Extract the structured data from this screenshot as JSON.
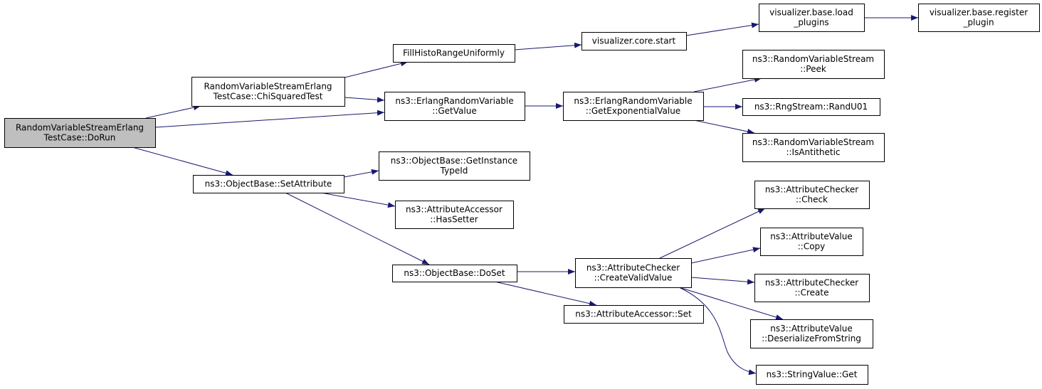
{
  "colors": {
    "edge": "#191970",
    "root_fill": "#bfbfbf",
    "node_fill": "#ffffff",
    "node_border": "#000000"
  },
  "nodes": [
    {
      "id": "n0",
      "lines": [
        "RandomVariableStreamErlang",
        "TestCase::DoRun"
      ]
    },
    {
      "id": "n1",
      "lines": [
        "RandomVariableStreamErlang",
        "TestCase::ChiSquaredTest"
      ]
    },
    {
      "id": "n2",
      "lines": [
        "ns3::ErlangRandomVariable",
        "::GetValue"
      ]
    },
    {
      "id": "n3",
      "lines": [
        "ns3::ObjectBase::SetAttribute"
      ]
    },
    {
      "id": "n4",
      "lines": [
        "FillHistoRangeUniformly"
      ]
    },
    {
      "id": "n5",
      "lines": [
        "visualizer.core.start"
      ]
    },
    {
      "id": "n6",
      "lines": [
        "visualizer.base.load",
        "_plugins"
      ]
    },
    {
      "id": "n7",
      "lines": [
        "visualizer.base.register",
        "_plugin"
      ]
    },
    {
      "id": "n8",
      "lines": [
        "ns3::ErlangRandomVariable",
        "::GetExponentialValue"
      ]
    },
    {
      "id": "n9",
      "lines": [
        "ns3::RandomVariableStream",
        "::Peek"
      ]
    },
    {
      "id": "n10",
      "lines": [
        "ns3::RngStream::RandU01"
      ]
    },
    {
      "id": "n11",
      "lines": [
        "ns3::RandomVariableStream",
        "::IsAntithetic"
      ]
    },
    {
      "id": "n12",
      "lines": [
        "ns3::ObjectBase::GetInstance",
        "TypeId"
      ]
    },
    {
      "id": "n13",
      "lines": [
        "ns3::AttributeAccessor",
        "::HasSetter"
      ]
    },
    {
      "id": "n14",
      "lines": [
        "ns3::ObjectBase::DoSet"
      ]
    },
    {
      "id": "n15",
      "lines": [
        "ns3::AttributeChecker",
        "::CreateValidValue"
      ]
    },
    {
      "id": "n16",
      "lines": [
        "ns3::AttributeAccessor::Set"
      ]
    },
    {
      "id": "n17",
      "lines": [
        "ns3::AttributeChecker",
        "::Check"
      ]
    },
    {
      "id": "n18",
      "lines": [
        "ns3::AttributeValue",
        "::Copy"
      ]
    },
    {
      "id": "n19",
      "lines": [
        "ns3::AttributeChecker",
        "::Create"
      ]
    },
    {
      "id": "n20",
      "lines": [
        "ns3::AttributeValue",
        "::DeserializeFromString"
      ]
    },
    {
      "id": "n21",
      "lines": [
        "ns3::StringValue::Get"
      ]
    }
  ],
  "edges": [
    [
      "n0",
      "n1"
    ],
    [
      "n0",
      "n2"
    ],
    [
      "n0",
      "n3"
    ],
    [
      "n1",
      "n4"
    ],
    [
      "n1",
      "n2"
    ],
    [
      "n4",
      "n5"
    ],
    [
      "n5",
      "n6"
    ],
    [
      "n6",
      "n7"
    ],
    [
      "n2",
      "n8"
    ],
    [
      "n8",
      "n9"
    ],
    [
      "n8",
      "n10"
    ],
    [
      "n8",
      "n11"
    ],
    [
      "n3",
      "n12"
    ],
    [
      "n3",
      "n13"
    ],
    [
      "n3",
      "n14"
    ],
    [
      "n14",
      "n15"
    ],
    [
      "n14",
      "n16"
    ],
    [
      "n15",
      "n17"
    ],
    [
      "n15",
      "n18"
    ],
    [
      "n15",
      "n19"
    ],
    [
      "n15",
      "n20"
    ],
    [
      "n15",
      "n21"
    ]
  ]
}
